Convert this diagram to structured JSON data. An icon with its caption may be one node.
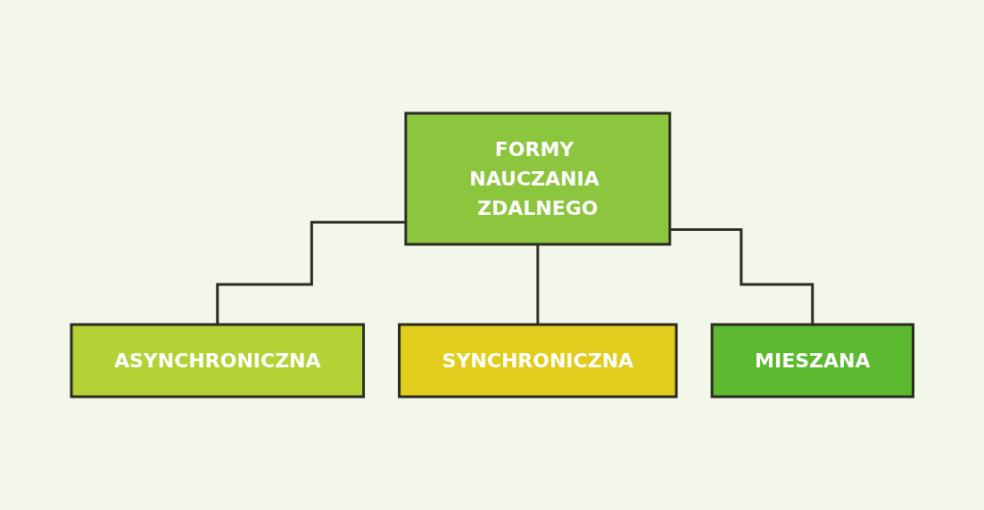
{
  "diagram": {
    "nodes": [
      {
        "text": [
          "FORMY NAUCZANIA ZDALNEGO"
        ]
      },
      {
        "text": [
          "ASYNCHRONICZNA"
        ]
      },
      {
        "text": [
          "SYNCHRONICZNA"
        ]
      },
      {
        "text": [
          "MIESZANA"
        ]
      }
    ],
    "edges": [
      {
        "from": 0,
        "to": 1,
        "arrow": "none"
      },
      {
        "from": 0,
        "to": 2,
        "arrow": "none"
      },
      {
        "from": 0,
        "to": 3,
        "arrow": "none"
      }
    ]
  }
}
